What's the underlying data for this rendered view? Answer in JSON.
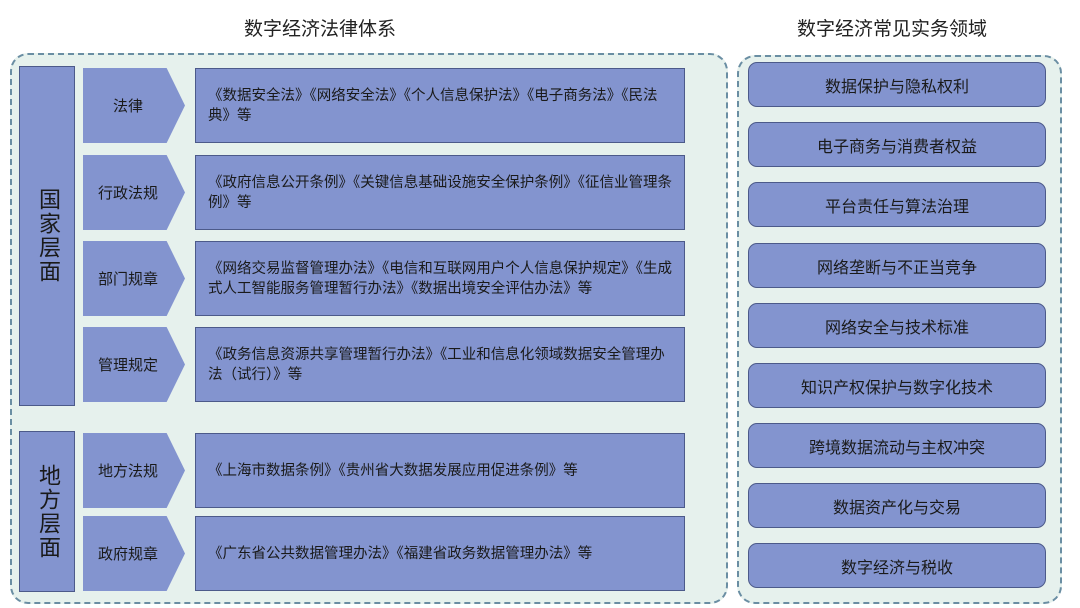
{
  "titles": {
    "left": "数字经济法律体系",
    "right": "数字经济常见实务领域"
  },
  "levels": {
    "national": "国家层面",
    "local": "地方层面"
  },
  "rows": [
    {
      "category": "法律",
      "content": "《数据安全法》《网络安全法》《个人信息保护法》《电子商务法》《民法典》等"
    },
    {
      "category": "行政法规",
      "content": "《政府信息公开条例》《关键信息基础设施安全保护条例》《征信业管理条例》等"
    },
    {
      "category": "部门规章",
      "content": "《网络交易监督管理办法》《电信和互联网用户个人信息保护规定》《生成式人工智能服务管理暂行办法》《数据出境安全评估办法》等"
    },
    {
      "category": "管理规定",
      "content": "《政务信息资源共享管理暂行办法》《工业和信息化领域数据安全管理办法（试行）》等"
    },
    {
      "category": "地方法规",
      "content": "《上海市数据条例》《贵州省大数据发展应用促进条例》等"
    },
    {
      "category": "政府规章",
      "content": "《广东省公共数据管理办法》《福建省政务数据管理办法》等"
    }
  ],
  "domains": [
    "数据保护与隐私权利",
    "电子商务与消费者权益",
    "平台责任与算法治理",
    "网络垄断与不正当竞争",
    "网络安全与技术标准",
    "知识产权保护与数字化技术",
    "跨境数据流动与主权冲突",
    "数据资产化与交易",
    "数字经济与税收"
  ]
}
